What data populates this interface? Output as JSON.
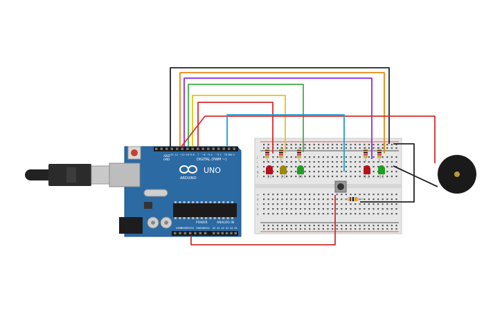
{
  "arduino": {
    "brand": "ARDUINO",
    "model": "UNO",
    "digital_label": "DIGITAL (PWM ~)",
    "power_label": "POWER",
    "analog_label": "ANALOG IN",
    "aref_label": "AREF",
    "gnd_label": "GND",
    "pin_labels": [
      "13",
      "12",
      "~11",
      "~10",
      "~9",
      "8",
      "7",
      "~6",
      "~5",
      "4",
      "~3",
      "2",
      "TX 1",
      "RX 0"
    ],
    "power_pins": [
      "IOREF",
      "RESET",
      "3.3V",
      "5V",
      "GND",
      "GND",
      "Vin"
    ],
    "analog_pins": [
      "A0",
      "A1",
      "A2",
      "A3",
      "A4",
      "A5"
    ]
  },
  "breadboard": {
    "row_letters_top": [
      "j",
      "i",
      "h",
      "g",
      "f"
    ],
    "row_letters_bottom": [
      "e",
      "d",
      "c",
      "b",
      "a"
    ]
  },
  "components": {
    "leds": [
      {
        "color": "#b5121b"
      },
      {
        "color": "#9c8a08"
      },
      {
        "color": "#1f9e1f"
      },
      {
        "color": "#b5121b"
      },
      {
        "color": "#1f9e1f"
      }
    ],
    "buzzer_color": "#1a1a1a",
    "button_color": "#333333"
  },
  "wire_colors": {
    "black": "#222222",
    "orange": "#e8870f",
    "purple": "#8a2be2",
    "green": "#3cb043",
    "yellow": "#e8c20f",
    "red": "#d62b2b",
    "blue": "#1f9bd1"
  }
}
